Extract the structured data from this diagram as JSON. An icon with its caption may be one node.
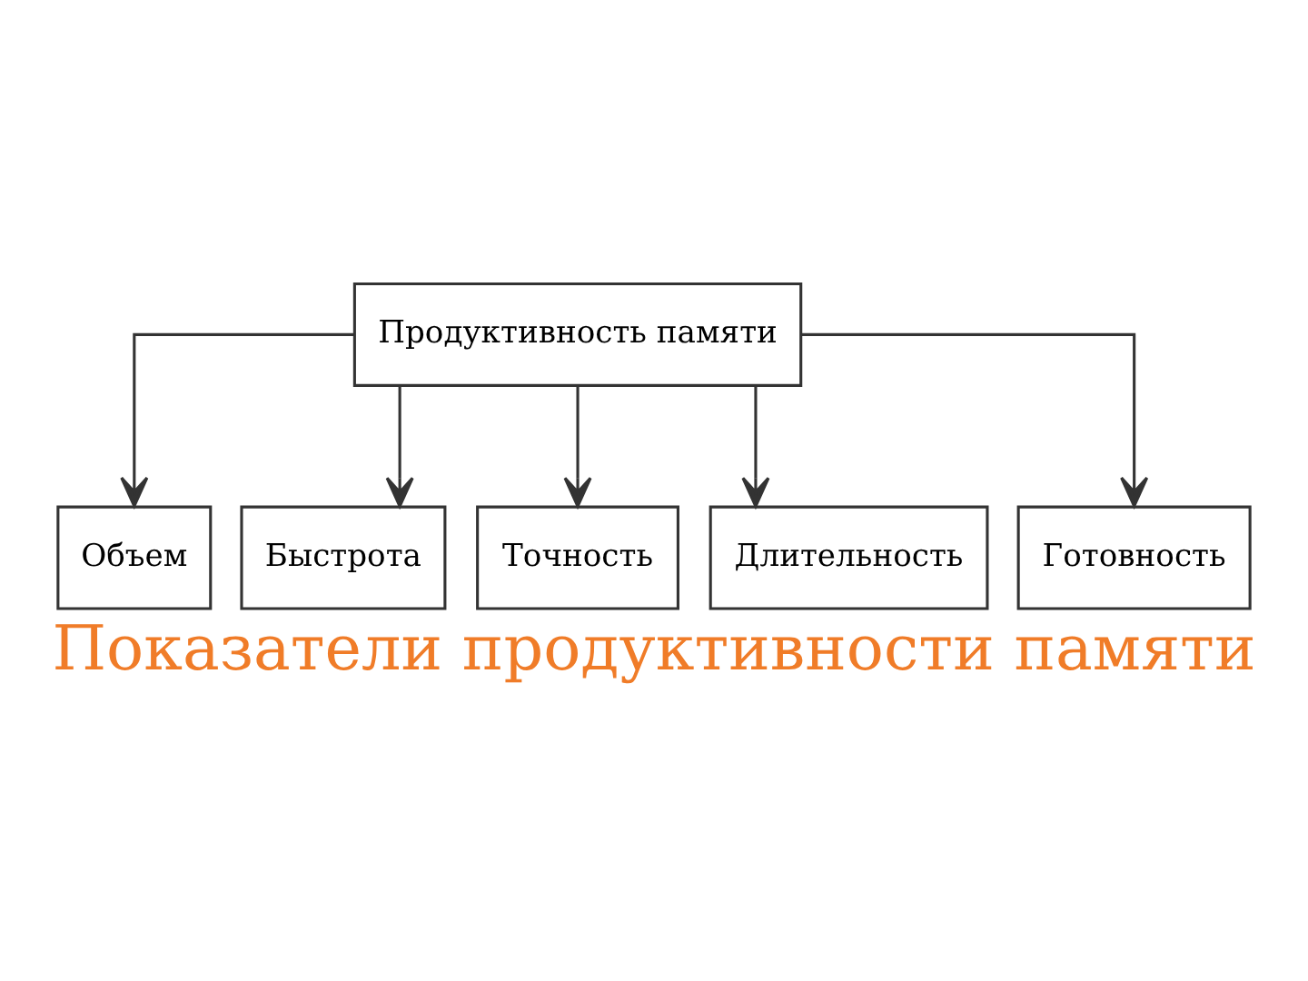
{
  "diagram": {
    "title": "Показатели продуктивности памяти",
    "nodes": [
      {
        "text": [
          "Продуктивность памяти"
        ]
      },
      {
        "text": [
          "Объем"
        ]
      },
      {
        "text": [
          "Быстрота"
        ]
      },
      {
        "text": [
          "Точность"
        ]
      },
      {
        "text": [
          "Длительность"
        ]
      },
      {
        "text": [
          "Готовность"
        ]
      }
    ],
    "edges": [
      {
        "from": 0,
        "to": 1,
        "arrow": "to"
      },
      {
        "from": 0,
        "to": 2,
        "arrow": "to"
      },
      {
        "from": 0,
        "to": 3,
        "arrow": "to"
      },
      {
        "from": 0,
        "to": 4,
        "arrow": "to"
      },
      {
        "from": 0,
        "to": 5,
        "arrow": "to"
      }
    ]
  }
}
